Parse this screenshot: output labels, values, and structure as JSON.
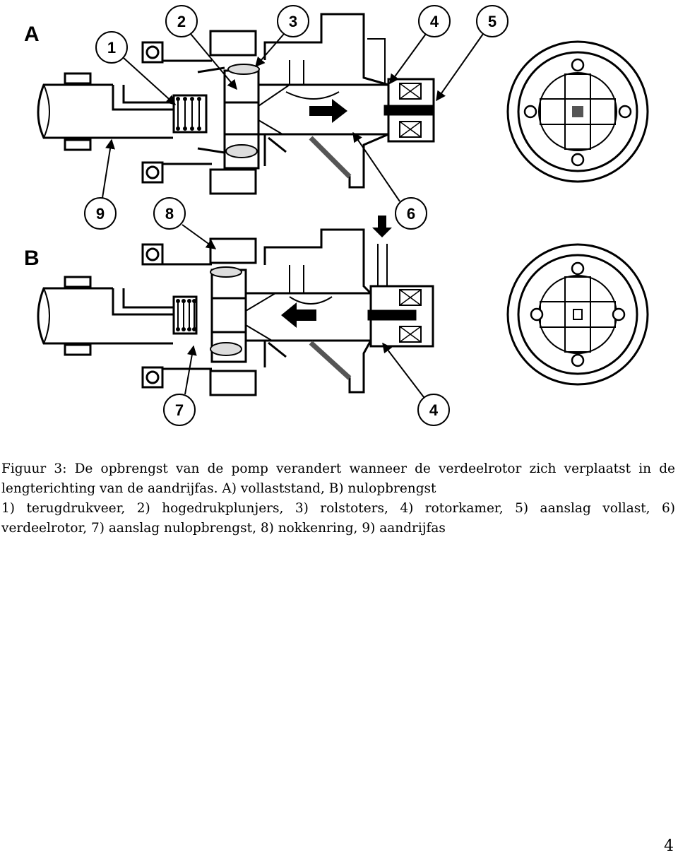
{
  "figure": {
    "section_a": "A",
    "section_b": "B",
    "callouts_a": [
      "1",
      "2",
      "3",
      "4",
      "5",
      "9",
      "8",
      "6"
    ],
    "callouts_b": [
      "7",
      "4"
    ]
  },
  "caption": {
    "line1": "Figuur 3: De opbrengst van de pomp verandert wanneer de verdeelrotor zich verplaatst in de lengterichting van de aandrijfas. A) vollaststand, B) nulopbrengst",
    "line2": "1) terugdrukveer, 2) hogedrukplunjers, 3) rolstoters, 4) rotorkamer, 5) aanslag vollast, 6) verdeelrotor, 7) aanslag nulopbrengst, 8) nokkenring, 9) aandrijfas"
  },
  "page_number": "4"
}
